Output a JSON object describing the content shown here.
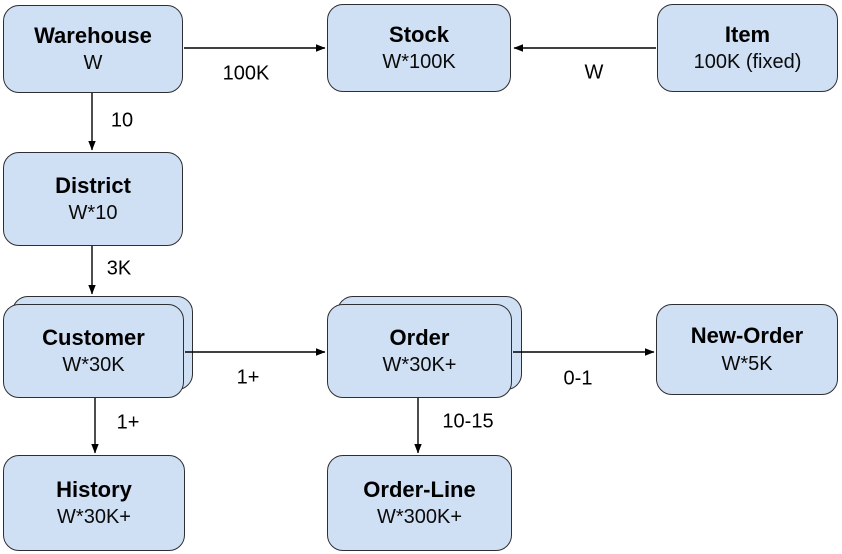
{
  "entities": {
    "warehouse": {
      "name": "Warehouse",
      "cardinality": "W"
    },
    "stock": {
      "name": "Stock",
      "cardinality": "W*100K"
    },
    "item": {
      "name": "Item",
      "cardinality": "100K (fixed)"
    },
    "district": {
      "name": "District",
      "cardinality": "W*10"
    },
    "customer": {
      "name": "Customer",
      "cardinality": "W*30K"
    },
    "order": {
      "name": "Order",
      "cardinality": "W*30K+"
    },
    "new_order": {
      "name": "New-Order",
      "cardinality": "W*5K"
    },
    "history": {
      "name": "History",
      "cardinality": "W*30K+"
    },
    "order_line": {
      "name": "Order-Line",
      "cardinality": "W*300K+"
    }
  },
  "edges": {
    "warehouse_stock": "100K",
    "item_stock": "W",
    "warehouse_district": "10",
    "district_customer": "3K",
    "customer_order": "1+",
    "order_new_order": "0-1",
    "customer_history": "1+",
    "order_order_line": "10-15"
  },
  "colors": {
    "box_fill": "#cfdff4",
    "box_border": "#2f2f33",
    "arrow": "#000000",
    "background": "#ffffff",
    "text": "#000000"
  }
}
